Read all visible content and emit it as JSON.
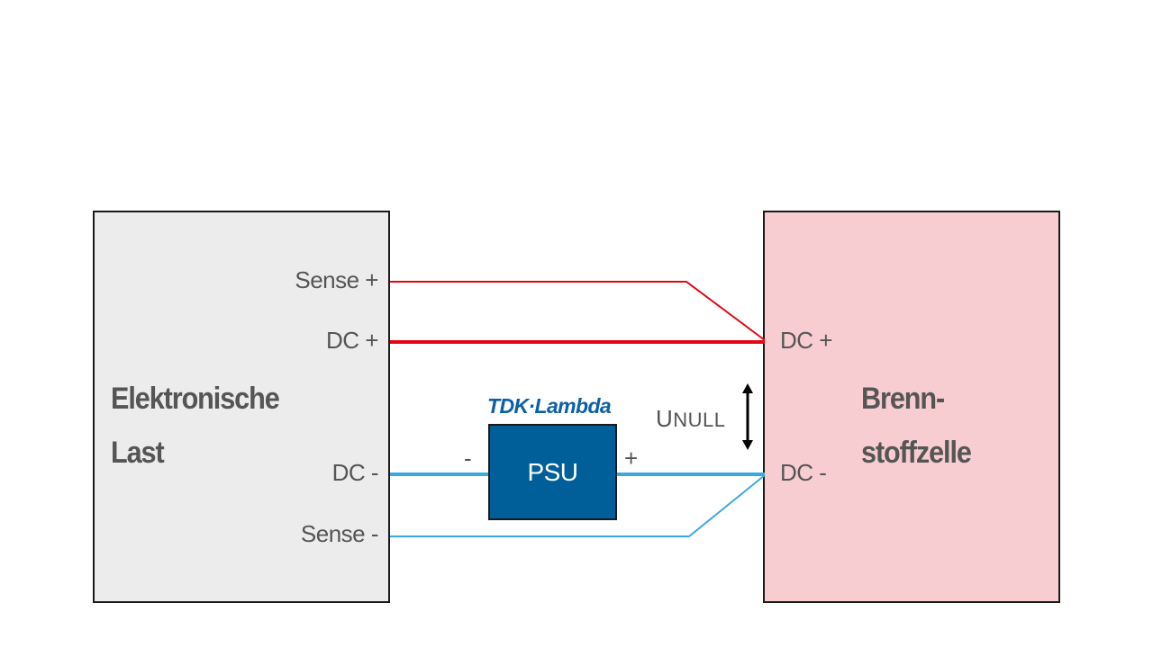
{
  "diagram": {
    "load": {
      "title_line1": "Elektronische",
      "title_line2": "Last",
      "ports": {
        "sense_plus": "Sense +",
        "dc_plus": "DC +",
        "dc_minus": "DC -",
        "sense_minus": "Sense -"
      },
      "fill": "#ececec"
    },
    "cell": {
      "title_line1": "Brenn-",
      "title_line2": "stoffzelle",
      "ports": {
        "dc_plus": "DC +",
        "dc_minus": "DC -"
      },
      "fill": "#f8cdd1"
    },
    "psu": {
      "label": "PSU",
      "brand": "TDK·Lambda",
      "minus": "-",
      "plus": "+",
      "fill": "#005f99"
    },
    "unull": {
      "prefix": "U",
      "suffix": "NULL"
    },
    "colors": {
      "positive_wire": "#e30613",
      "negative_wire": "#3aa9e0",
      "text": "#555555"
    }
  }
}
